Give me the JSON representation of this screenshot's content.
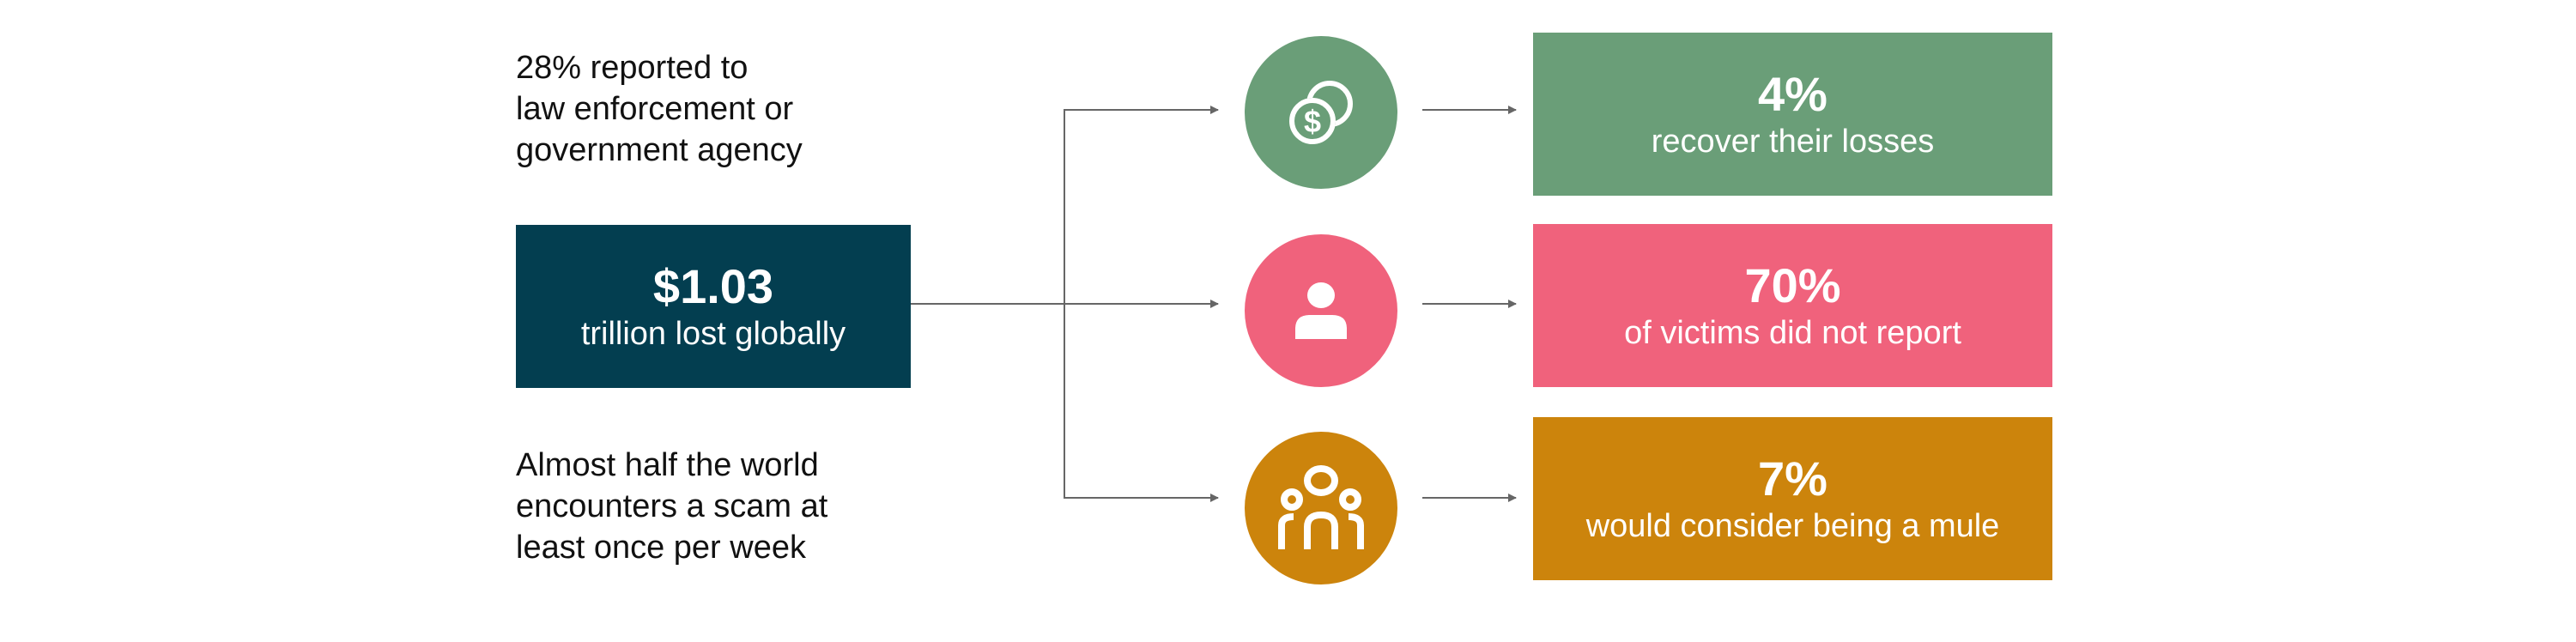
{
  "notes": {
    "top": [
      "28% reported to",
      "law enforcement or",
      "government agency"
    ],
    "bottom": [
      "Almost half the world",
      "encounters a scam at",
      "least once per week"
    ]
  },
  "main": {
    "value": "$1.03",
    "label": "trillion lost globally",
    "color": "#033e50"
  },
  "outcomes": [
    {
      "icon": "coins-dollar-icon",
      "value": "4%",
      "label": "recover their losses",
      "color": "#6a9e78"
    },
    {
      "icon": "person-icon",
      "value": "70%",
      "label": "of victims did not report",
      "color": "#f0627c"
    },
    {
      "icon": "group-icon",
      "value": "7%",
      "label": "would consider being a mule",
      "color": "#cc840c"
    }
  ],
  "connector_color": "#666666"
}
